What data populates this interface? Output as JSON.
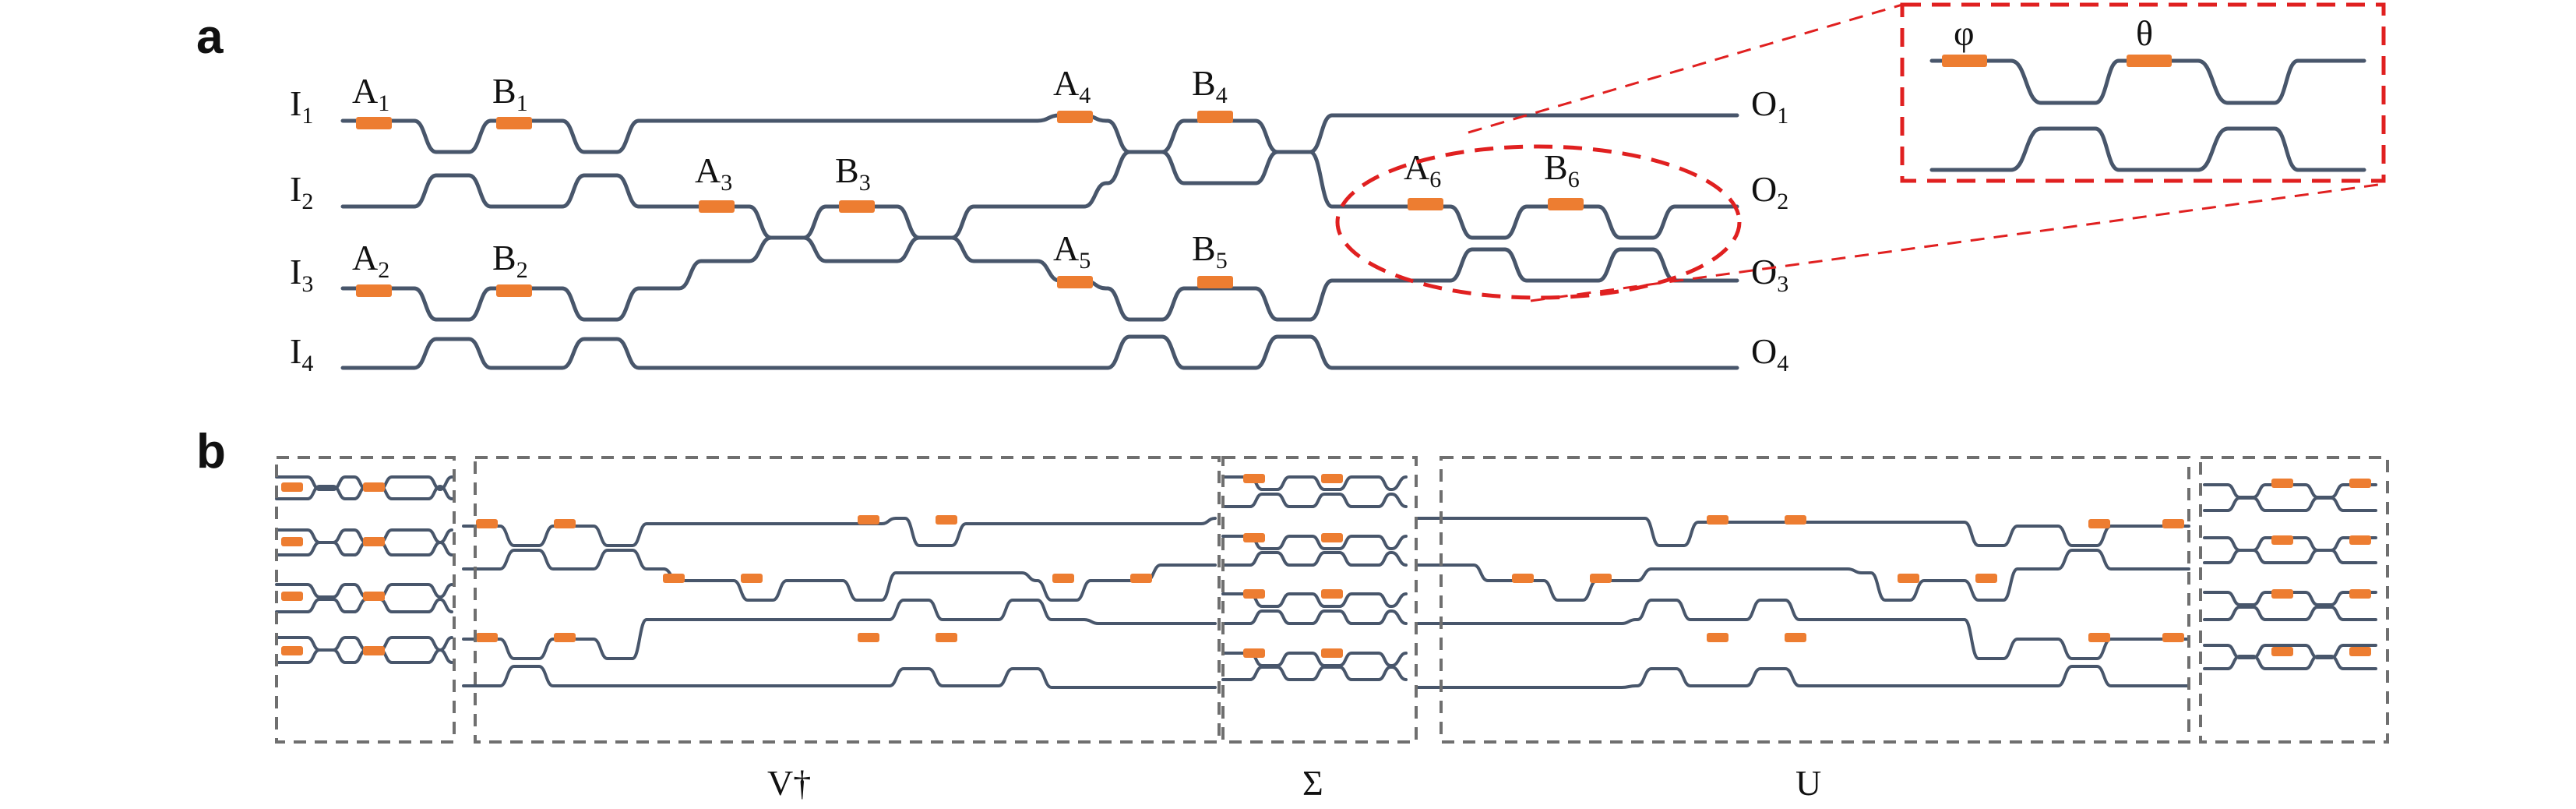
{
  "panels": {
    "a": "a",
    "b": "b"
  },
  "inputs": [
    {
      "main": "I",
      "sub": "1"
    },
    {
      "main": "I",
      "sub": "2"
    },
    {
      "main": "I",
      "sub": "3"
    },
    {
      "main": "I",
      "sub": "4"
    }
  ],
  "outputs": [
    {
      "main": "O",
      "sub": "1"
    },
    {
      "main": "O",
      "sub": "2"
    },
    {
      "main": "O",
      "sub": "3"
    },
    {
      "main": "O",
      "sub": "4"
    }
  ],
  "phase_shifters": [
    {
      "main": "A",
      "sub": "1"
    },
    {
      "main": "B",
      "sub": "1"
    },
    {
      "main": "A",
      "sub": "2"
    },
    {
      "main": "B",
      "sub": "2"
    },
    {
      "main": "A",
      "sub": "3"
    },
    {
      "main": "B",
      "sub": "3"
    },
    {
      "main": "A",
      "sub": "4"
    },
    {
      "main": "B",
      "sub": "4"
    },
    {
      "main": "A",
      "sub": "5"
    },
    {
      "main": "B",
      "sub": "5"
    },
    {
      "main": "A",
      "sub": "6"
    },
    {
      "main": "B",
      "sub": "6"
    }
  ],
  "inset": {
    "phi": "φ",
    "theta": "θ"
  },
  "blocks": {
    "v_dagger": "V†",
    "sigma": "Σ",
    "u": "U"
  },
  "colors": {
    "waveguide": "#48566b",
    "phase_shifter": "#ed7d31",
    "highlight": "#e02020",
    "block_outline": "#6f6f6f"
  }
}
